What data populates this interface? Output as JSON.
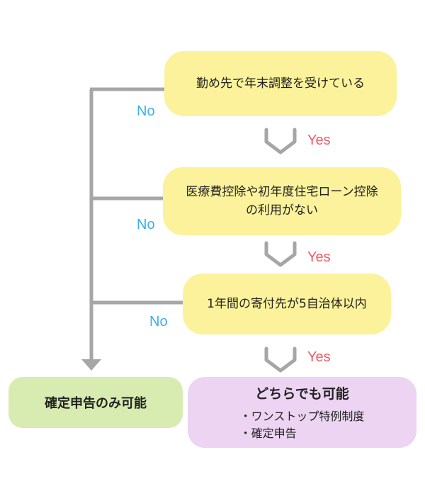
{
  "questions": [
    {
      "text": "勤め先で年末調整を受けている"
    },
    {
      "line1": "医療費控除や初年度住宅ローン控除",
      "line2": "の利用がない"
    },
    {
      "text": "1年間の寄付先が5自治体以内"
    }
  ],
  "branches": {
    "yes_label": "Yes",
    "no_label": "No"
  },
  "results": {
    "only": {
      "text": "確定申告のみ可能"
    },
    "both": {
      "title": "どちらでも可能",
      "items": [
        "ワンストップ特例制度",
        "確定申告"
      ]
    }
  },
  "colors": {
    "question_fill": "#fbf29b",
    "result_only_fill": "#d8ebb1",
    "result_both_fill": "#ecd4f2",
    "connector": "#a6a6a6",
    "no_label": "#3bb0e6",
    "yes_label": "#f05a66"
  }
}
